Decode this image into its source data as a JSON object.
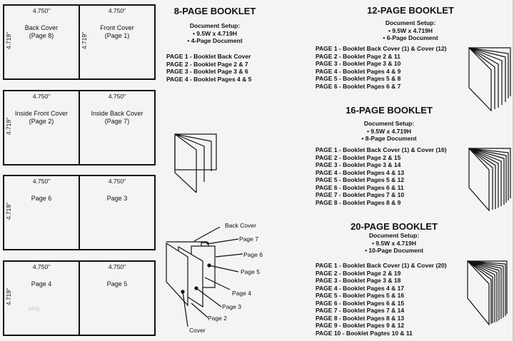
{
  "sheets": [
    {
      "left": {
        "dim": "4.750\"",
        "vdim": "4.719\"",
        "label": "Back Cover",
        "sub": "(Page 8)"
      },
      "right": {
        "dim": "4.750\"",
        "vdim": "4.719\"",
        "label": "Front Cover",
        "sub": "(Page 1)"
      }
    },
    {
      "left": {
        "dim": "4.750\"",
        "vdim": "4.719\"",
        "label": "Inside Front Cover",
        "sub": "(Page 2)"
      },
      "right": {
        "dim": "4.750\"",
        "vdim": "",
        "label": "Inside Back Cover",
        "sub": "(Page 7)"
      }
    },
    {
      "left": {
        "dim": "4.750\"",
        "vdim": "4.719\"",
        "label": "Page 6",
        "sub": ""
      },
      "right": {
        "dim": "4.750\"",
        "vdim": "",
        "label": "Page 3",
        "sub": ""
      }
    },
    {
      "left": {
        "dim": "4.750\"",
        "vdim": "4.719\"",
        "label": "Page 4",
        "sub": ""
      },
      "right": {
        "dim": "4.750\"",
        "vdim": "",
        "label": "Page 5",
        "sub": ""
      }
    }
  ],
  "watermark": "blog",
  "booklets": [
    {
      "title": "8-PAGE BOOKLET",
      "setup": [
        "Document Setup:",
        "• 9.5W x 4.719H",
        "• 4-Page Document"
      ],
      "pages": [
        "PAGE 1 - Booklet Back Cover",
        "PAGE 2 - Booklet Page 2 & 7",
        "PAGE 3 - Booklet Page 3 & 6",
        "PAGE 4 - Booklet Pages 4 & 5"
      ]
    },
    {
      "title": "12-PAGE BOOKLET",
      "setup": [
        "Document Setup:",
        "• 9.5W x 4.719H",
        "• 6-Page Document"
      ],
      "pages": [
        "PAGE 1 - Booklet Back Cover (1)  & Cover (12)",
        "PAGE 2 - Booklet Page 2 & 11",
        "PAGE 3 - Booklet Page 3 & 10",
        "PAGE 4 - Booklet Pages 4 & 9",
        "PAGE 5 - Booklet Pages 5 & 8",
        "PAGE 6 - Booklet Pages 6 & 7"
      ]
    },
    {
      "title": "16-PAGE BOOKLET",
      "setup": [
        "Document Setup:",
        "• 9.5W x 4.719H",
        "• 8-Page Document"
      ],
      "pages": [
        "PAGE 1 - Booklet Back Cover (1)  & Cover (16)",
        "PAGE 2 - Booklet Page 2 & 15",
        "PAGE 3 - Booklet Page 3 & 14",
        "PAGE 4 - Booklet Pages 4 & 13",
        "PAGE 5 - Booklet Pages 5 & 12",
        "PAGE 6 - Booklet Pages 6 & 11",
        "PAGE 7 - Booklet Pages 7 & 10",
        "PAGE 8 - Booklet Pages 8 & 9"
      ]
    },
    {
      "title": "20-PAGE BOOKLET",
      "setup": [
        "Document Setup:",
        "• 9.5W x 4.719H",
        "• 10-Page Document"
      ],
      "pages": [
        "PAGE 1 - Booklet Back Cover (1)  & Cover (20)",
        "PAGE 2 - Booklet Page 2 & 19",
        "PAGE 3 - Booklet Page 3 & 18",
        "PAGE 4 - Booklet Pages 4 & 17",
        "PAGE 5 - Booklet Pages 5 & 16",
        "PAGE 6 - Booklet Pages 6 & 15",
        "PAGE 7 - Booklet Pages 7 & 14",
        "PAGE 8 - Booklet Pages 8 & 13",
        "PAGE 9 - Booklet Pages 9 & 12",
        "PAGE 10 - Booklet Pagtes 10 & 11"
      ]
    }
  ],
  "callouts": [
    "Back Cover",
    "Page 7",
    "Page 6",
    "Page 5",
    "Page 4",
    "Page 3",
    "Page 2",
    "Cover"
  ]
}
